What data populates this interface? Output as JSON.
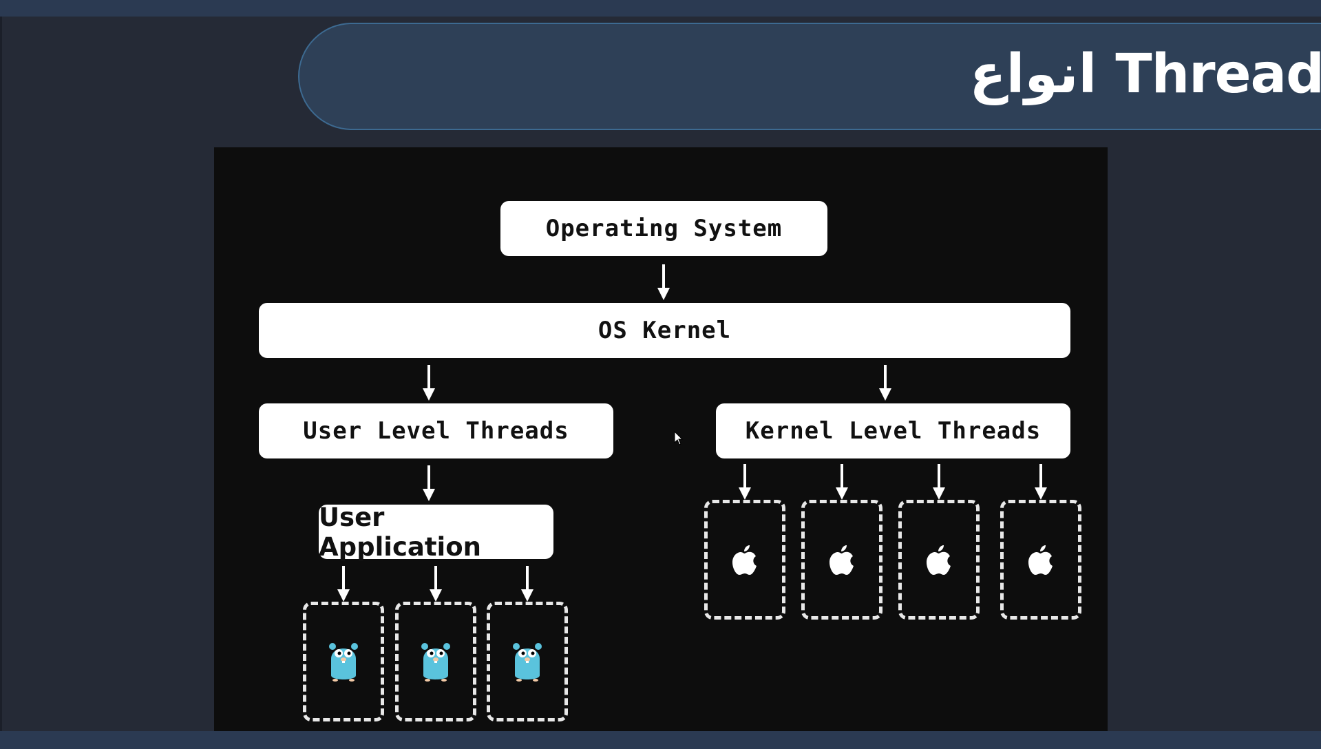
{
  "title": "انواع Thread",
  "diagram": {
    "os": "Operating System",
    "kernel": "OS Kernel",
    "user_threads": "User Level Threads",
    "kernel_threads": "Kernel Level Threads",
    "user_app": "User Application",
    "user_thread_icons": [
      "gopher-icon",
      "gopher-icon",
      "gopher-icon"
    ],
    "kernel_thread_icons": [
      "apple-icon",
      "apple-icon",
      "apple-icon",
      "apple-icon"
    ]
  },
  "colors": {
    "background": "#252a36",
    "title_pill": "#2e4057",
    "title_border": "#3d6a91",
    "diagram_bg": "#0d0d0d",
    "gopher": "#5ac3dd"
  }
}
